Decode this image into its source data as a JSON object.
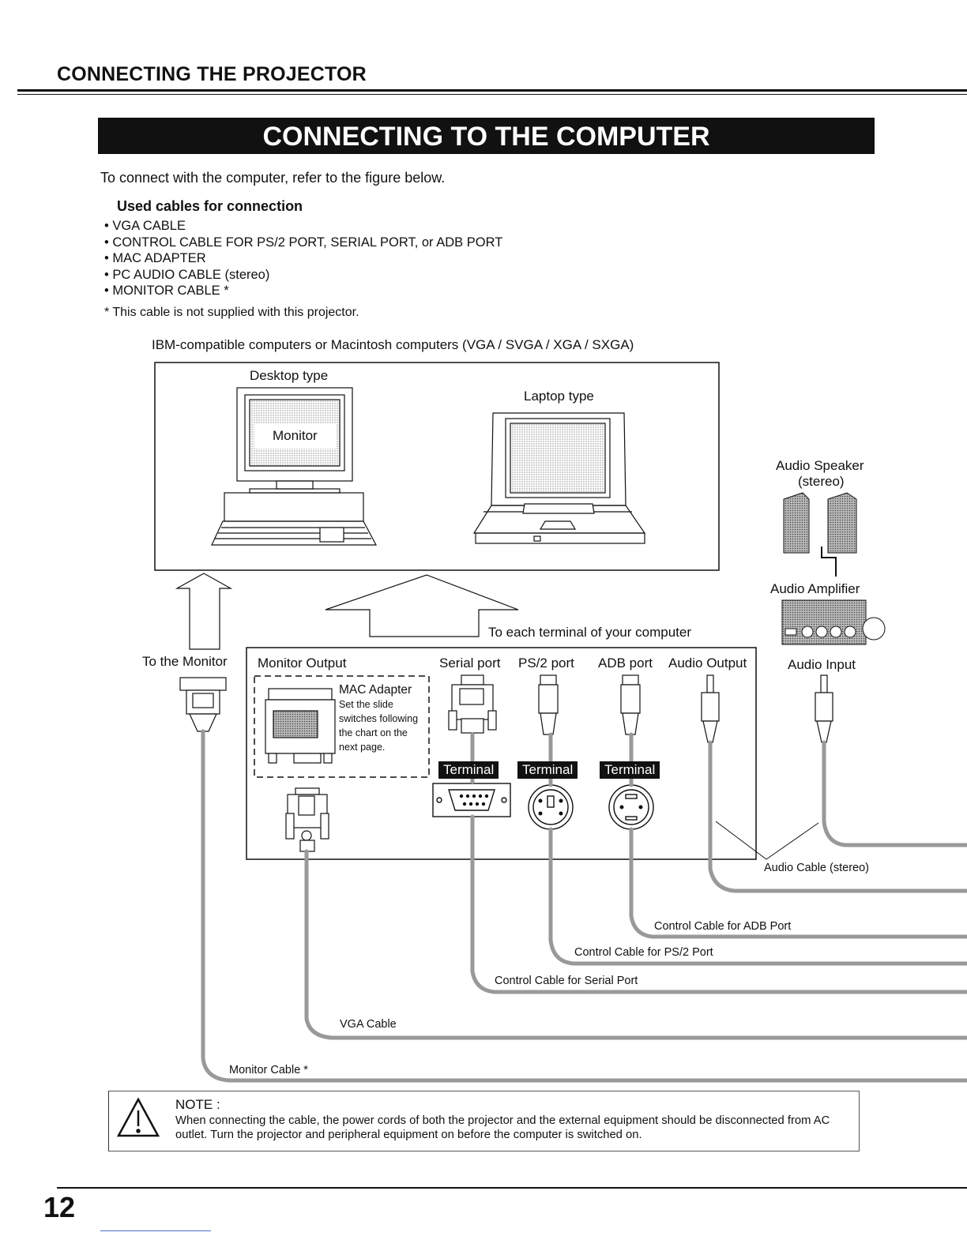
{
  "header": {
    "title": "CONNECTING THE PROJECTOR"
  },
  "banner": {
    "title": "CONNECTING TO THE COMPUTER"
  },
  "intro": {
    "text": "To connect with the computer, refer to the figure below."
  },
  "cables": {
    "heading": "Used cables for connection",
    "items": [
      "• VGA CABLE",
      "• CONTROL CABLE FOR PS/2 PORT, SERIAL PORT, or ADB PORT",
      "• MAC ADAPTER",
      "• PC AUDIO CABLE (stereo)",
      "• MONITOR CABLE *"
    ],
    "footnote": "* This cable is not supplied with this projector."
  },
  "diagram": {
    "caption": "IBM-compatible computers or Macintosh computers (VGA / SVGA / XGA / SXGA)",
    "desktop_label": "Desktop type",
    "monitor_label": "Monitor",
    "laptop_label": "Laptop type",
    "speaker_label_1": "Audio Speaker",
    "speaker_label_2": "(stereo)",
    "amplifier_label": "Audio Amplifier",
    "each_terminal": "To each terminal of your computer",
    "to_monitor": "To the Monitor",
    "monitor_output": "Monitor Output",
    "serial_port": "Serial port",
    "ps2_port": "PS/2 port",
    "adb_port": "ADB port",
    "audio_output": "Audio Output",
    "audio_input": "Audio Input",
    "mac_adapter": "MAC Adapter",
    "mac_note": [
      "Set the slide",
      "switches following",
      "the chart on the",
      "next page."
    ],
    "terminal_label": "Terminal",
    "audio_cable": "Audio Cable (stereo)",
    "adb_cable": "Control Cable for ADB Port",
    "ps2_cable": "Control Cable for PS/2 Port",
    "serial_cable": "Control Cable for Serial Port",
    "vga_cable": "VGA Cable",
    "monitor_cable": "Monitor Cable *"
  },
  "note": {
    "title": "NOTE :",
    "text": "When connecting the cable, the power cords of both the projector and the external equipment should be disconnected from AC outlet.  Turn the projector and peripheral equipment on before the computer is switched on."
  },
  "page": {
    "number": "12"
  }
}
